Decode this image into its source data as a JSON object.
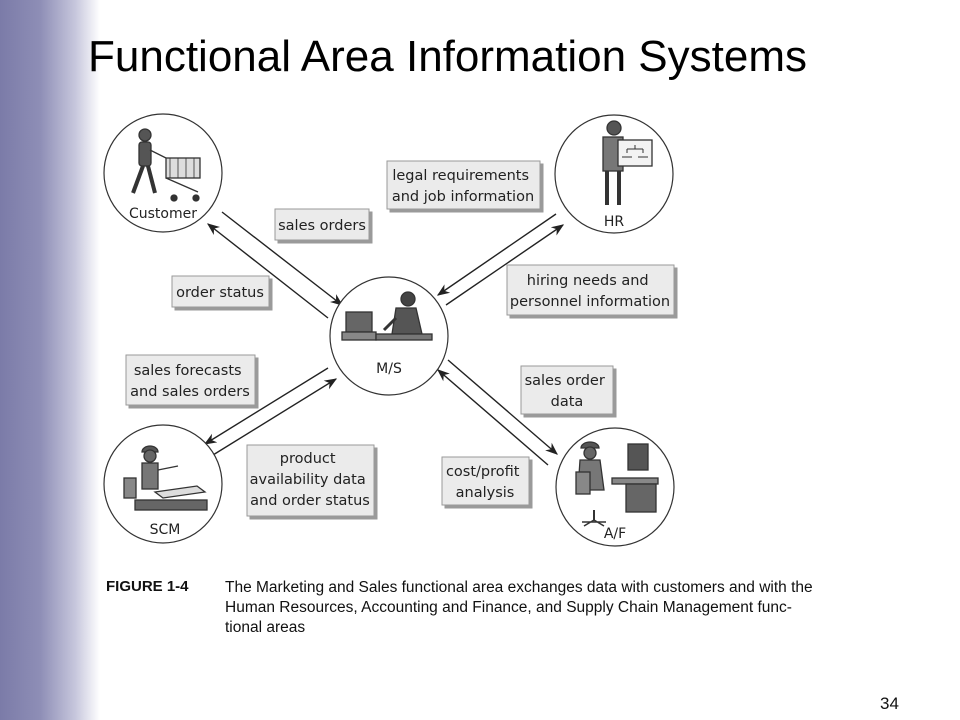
{
  "slide": {
    "title": "Functional Area Information Systems",
    "page_number": "34"
  },
  "diagram": {
    "nodes": {
      "center": "M/S",
      "customer": "Customer",
      "hr": "HR",
      "scm": "SCM",
      "af": "A/F"
    },
    "flows": {
      "sales_orders": [
        "sales orders"
      ],
      "order_status": [
        "order status"
      ],
      "legal_requirements": [
        "legal requirements",
        "and job information"
      ],
      "hiring_needs": [
        "hiring needs and",
        "personnel information"
      ],
      "sales_forecasts": [
        "sales forecasts",
        "and sales orders"
      ],
      "product_availability": [
        "product",
        "availability data",
        "and order status"
      ],
      "sales_order_data": [
        "sales order",
        "data"
      ],
      "cost_profit": [
        "cost/profit",
        "analysis"
      ]
    }
  },
  "figure": {
    "number": "FIGURE 1-4",
    "caption_lines": [
      "The Marketing and Sales functional area exchanges data with customers and with the",
      "Human Resources, Accounting and Finance, and Supply Chain Management func-",
      "tional areas"
    ]
  }
}
